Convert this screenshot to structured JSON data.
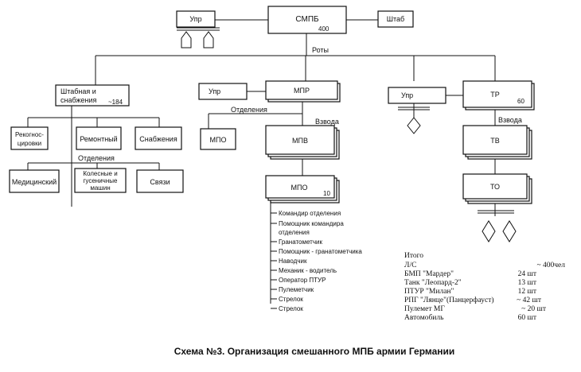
{
  "nodes": {
    "smpb": {
      "label": "СМПБ",
      "num": "400"
    },
    "upr_top": {
      "label": "Упр"
    },
    "shtab": {
      "label": "Штаб"
    },
    "roty": {
      "label": "Роты"
    },
    "shtabnaya": {
      "label_line1": "Штабная и",
      "label_line2": "снабжения",
      "num": "~184"
    },
    "mpr": {
      "label": "МПР"
    },
    "upr_mpr": {
      "label": "Упр"
    },
    "upr_tr": {
      "label": "Упр"
    },
    "tr": {
      "label": "ТР",
      "num": "60"
    },
    "otdeleniya_mpr": {
      "label": "Отделения"
    },
    "mpo_left": {
      "label": "МПО"
    },
    "vzvoda_mpr": {
      "label": "Взвода"
    },
    "mpv": {
      "label": "МПВ"
    },
    "mpo_main": {
      "label": "МПО",
      "num": "10"
    },
    "vzvoda_tr": {
      "label": "Взвода"
    },
    "tv": {
      "label": "ТВ"
    },
    "to": {
      "label": "ТО"
    },
    "rekognos": {
      "label_line1": "Рекогнос-",
      "label_line2": "цировки"
    },
    "remontny": {
      "label": "Ремонтный"
    },
    "snabzheniya": {
      "label": "Снабжения"
    },
    "otdeleniya_shtab": {
      "label": "Отделения"
    },
    "medic": {
      "label": "Медицинский"
    },
    "kolesnye": {
      "label_line1": "Колесные и",
      "label_line2": "гусеничные",
      "label_line3": "машин"
    },
    "svyazi": {
      "label": "Связи"
    }
  },
  "squad_list": [
    "Командир отделения",
    "Помощник командира",
    "отделения",
    "Гранатометчик",
    "Помощник - гранатометчика",
    "Наводчик",
    "Механик - водитель",
    "Оператор ПТУР",
    "Пулеметчик",
    "Стрелок",
    "Стрелок"
  ],
  "summary": {
    "title": "Итого",
    "rows": [
      {
        "name": "Л/С",
        "value": "~ 400чел"
      },
      {
        "name": "БМП \"Мардер\"",
        "value": "24 шт"
      },
      {
        "name": "Танк \"Леопард-2\"",
        "value": "13 шт"
      },
      {
        "name": "ПТУР \"Милан\"",
        "value": "12 шт"
      },
      {
        "name": "РПГ \"Лянце\"(Панцерфауст)",
        "value": "~ 42 шт"
      },
      {
        "name": "Пулемет МГ",
        "value": "~ 20 шт"
      },
      {
        "name": "Автомобиль",
        "value": "60 шт"
      }
    ]
  },
  "caption": "Схема №3. Организация смешанного МПБ армии Германии"
}
